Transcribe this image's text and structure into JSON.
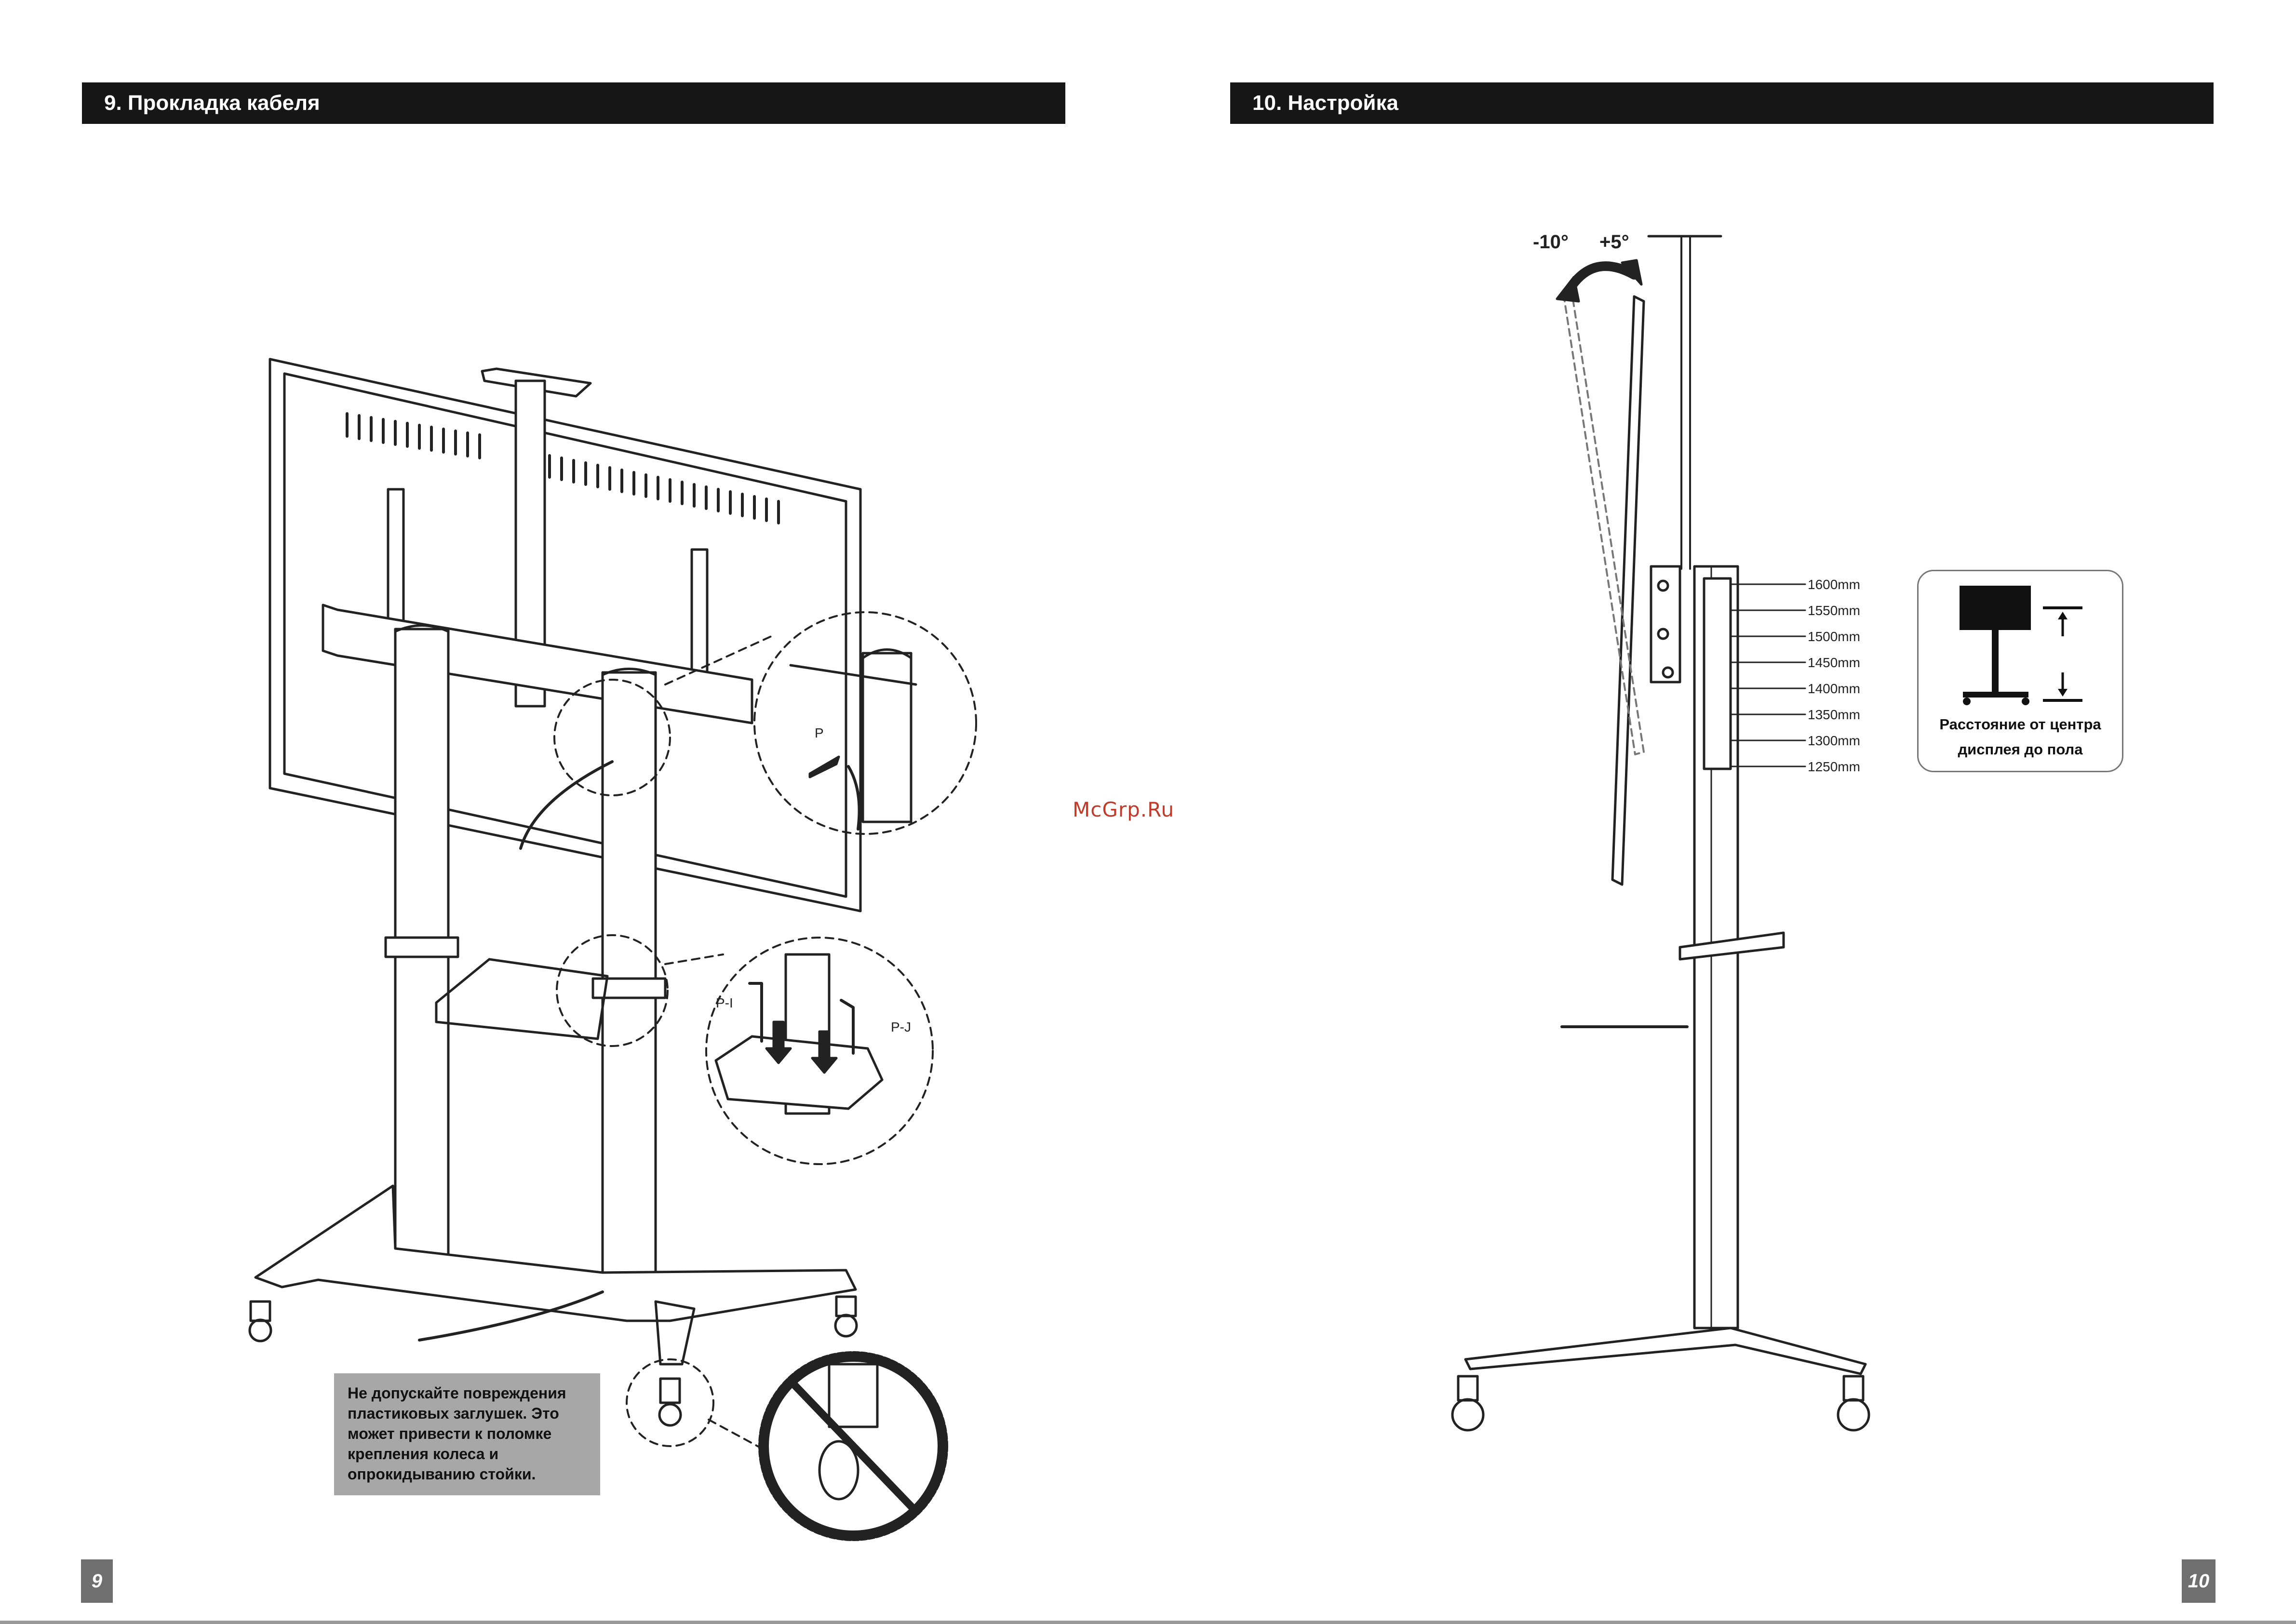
{
  "left_page": {
    "header": "9. Прокладка кабеля",
    "page_number": "9",
    "callouts": {
      "p": "P",
      "p_i": "P-I",
      "p_j": "P-J"
    },
    "warning_lines": [
      "Не допускайте повреждения",
      "пластиковых заглушек. Это",
      "может привести к поломке",
      "крепления колеса и",
      "опрокидыванию стойки."
    ]
  },
  "right_page": {
    "header": "10. Настройка",
    "page_number": "10",
    "tilt_labels": {
      "down": "-10°",
      "up": "+5°"
    },
    "heights": [
      "1600mm",
      "1550mm",
      "1500mm",
      "1450mm",
      "1400mm",
      "1350mm",
      "1300mm",
      "1250mm"
    ],
    "info_lines": [
      "Расстояние от центра",
      "дисплея до пола"
    ]
  },
  "watermark": "McGrp.Ru",
  "colors": {
    "header_bg": "#161616",
    "page_num_bg": "#6f6f6f",
    "warning_bg": "#a7a7a7",
    "watermark": "#c23a2a"
  }
}
